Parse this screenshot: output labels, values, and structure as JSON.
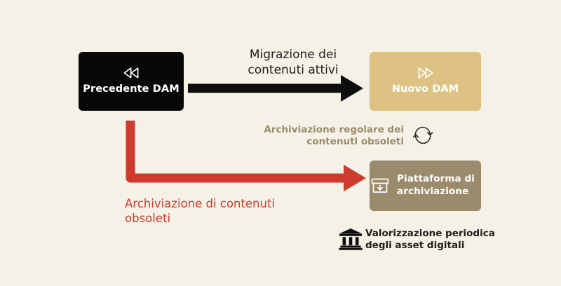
{
  "diagram": {
    "background_color": "#f6f1e7",
    "nodes": [
      {
        "id": "legacy-dam",
        "label": "Precedente DAM",
        "icon": "rewind-icon",
        "fill": "#080808",
        "text_color": "#ffffff"
      },
      {
        "id": "new-dam",
        "label": "Nuovo DAM",
        "icon": "fast-forward-icon",
        "fill": "#dec283",
        "text_color": "#ffffff"
      },
      {
        "id": "archive-platform",
        "label": "Piattaforma di archiviazione",
        "icon": "archive-box-icon",
        "fill": "#998b6b",
        "text_color": "#ffffff"
      }
    ],
    "arrows": [
      {
        "id": "migration-arrow",
        "label": "Migrazione dei contenuti attivi",
        "color": "#0d0d0d",
        "from": "legacy-dam",
        "to": "new-dam"
      },
      {
        "id": "archiving-arrow",
        "label": "Archiviazione di contenuti obsoleti",
        "color": "#cc3b2e",
        "from": "legacy-dam",
        "to": "archive-platform"
      }
    ],
    "annotations": [
      {
        "id": "regular-archiving",
        "text": "Archiviazione regolare dei contenuti obsoleti",
        "color": "#998b6b",
        "icon": "cycle-arrows-icon"
      },
      {
        "id": "periodic-valuation",
        "text": "Valorizzazione periodica degli asset digitali",
        "color": "#1d1d1d",
        "icon": "bank-building-icon"
      }
    ]
  }
}
